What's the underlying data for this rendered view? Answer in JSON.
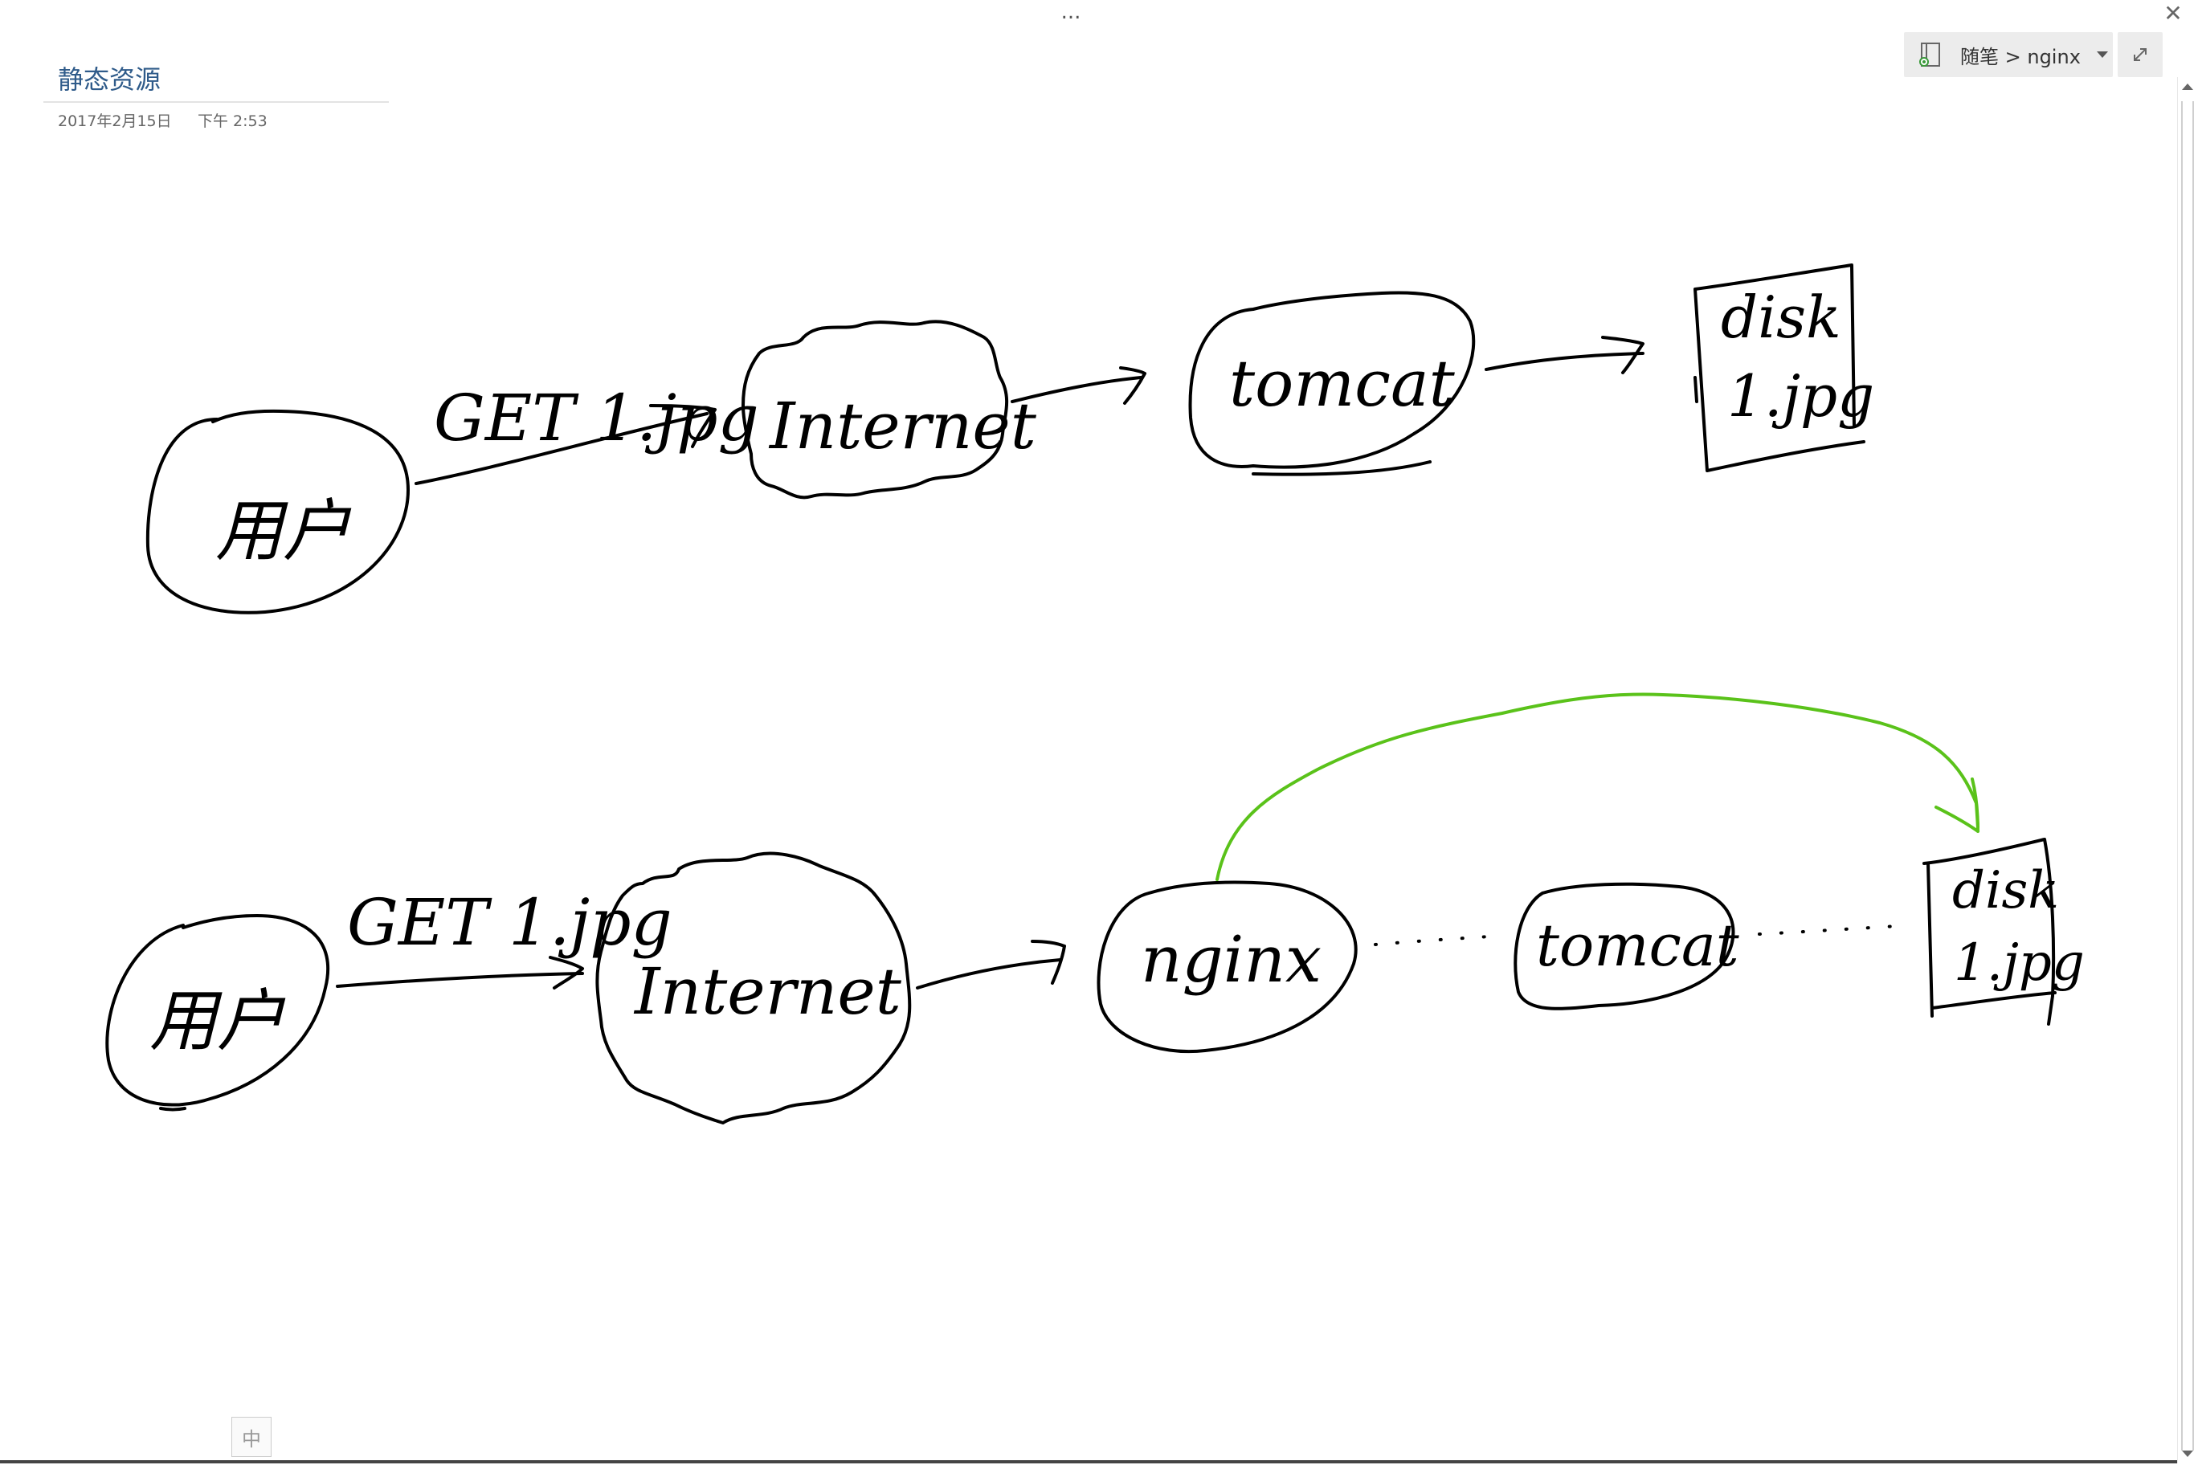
{
  "window": {
    "ellipsis": "...",
    "close_glyph": "✕"
  },
  "note": {
    "title": "静态资源",
    "date": "2017年2月15日",
    "time": "下午 2:53"
  },
  "notebook_selector": {
    "label": "随笔 > nginx",
    "icon": "notebook-icon"
  },
  "expand_glyph": "⤢",
  "ime_indicator": "中",
  "colors": {
    "ink": "#000000",
    "highlight": "#5ac21a",
    "title": "#2f5b8a"
  },
  "sketch": {
    "row1": {
      "user": "用户",
      "request": "GET 1.jpg",
      "internet": "Internet",
      "server": "tomcat",
      "disk_label": "disk",
      "disk_file": "1.jpg"
    },
    "row2": {
      "user": "用户",
      "request": "GET 1.jpg",
      "internet": "Internet",
      "proxy": "nginx",
      "server": "tomcat",
      "disk_label": "disk",
      "disk_file": "1.jpg"
    }
  }
}
